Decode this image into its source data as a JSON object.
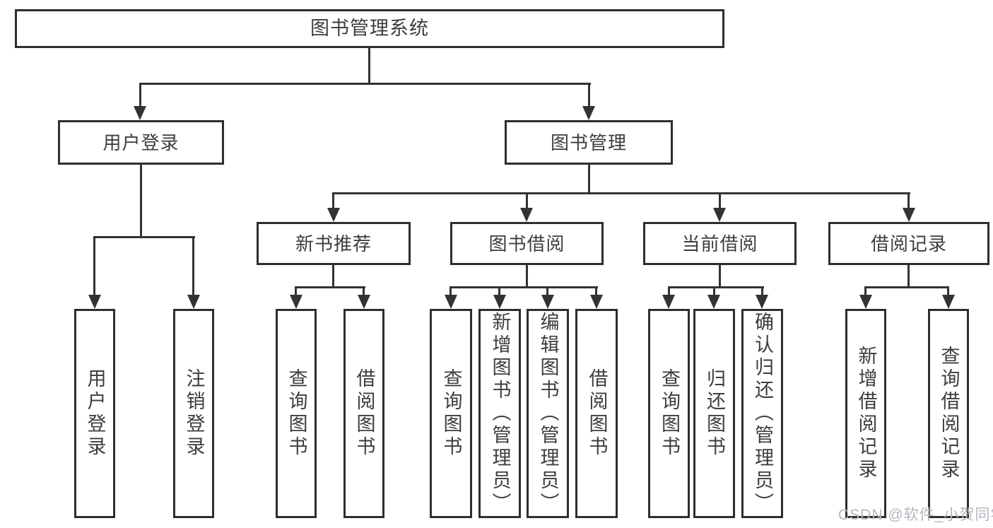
{
  "diagram_title": "图书管理系统",
  "nodes": {
    "root": "图书管理系统",
    "user_login": "用户登录",
    "book_management": "图书管理",
    "new_book_recommend": "新书推荐",
    "book_borrow": "图书借阅",
    "current_borrow": "当前借阅",
    "borrow_record": "借阅记录",
    "ul_user_login": "用户登录",
    "ul_logout": "注销登录",
    "nbr_query_book": "查询图书",
    "nbr_borrow_book": "借阅图书",
    "bb_query_book": "查询图书",
    "bb_add_book": "新增图书（管理员）",
    "bb_edit_book": "编辑图书（管理员）",
    "bb_borrow_book": "借阅图书",
    "cb_query_book": "查询图书",
    "cb_return_book": "归还图书",
    "cb_confirm_return": "确认归还（管理员）",
    "br_add_record": "新增借阅记录",
    "br_query_record": "查询借阅记录"
  },
  "hierarchy": {
    "图书管理系统": {
      "用户登录": [
        "用户登录",
        "注销登录"
      ],
      "图书管理": {
        "新书推荐": [
          "查询图书",
          "借阅图书"
        ],
        "图书借阅": [
          "查询图书",
          "新增图书（管理员）",
          "编辑图书（管理员）",
          "借阅图书"
        ],
        "当前借阅": [
          "查询图书",
          "归还图书",
          "确认归还（管理员）"
        ],
        "借阅记录": [
          "新增借阅记录",
          "查询借阅记录"
        ]
      }
    }
  },
  "watermark": "CSDN @软件_小贺同学",
  "colors": {
    "line": "#333333",
    "box_border": "#2e2e2e",
    "text": "#3d3d3d",
    "watermark": "#b2b8be",
    "background": "#ffffff"
  }
}
